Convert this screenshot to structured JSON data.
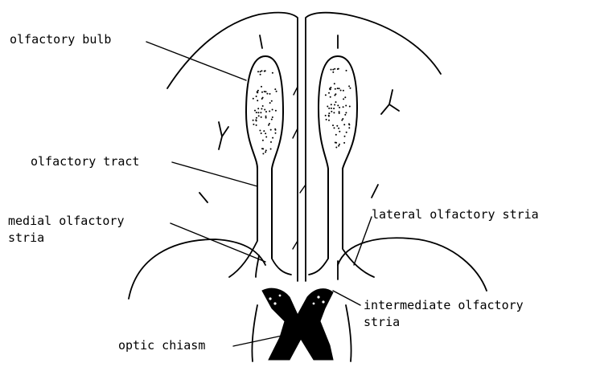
{
  "labels": {
    "olfactory_bulb": "olfactory bulb",
    "olfactory_tract": "olfactory tract",
    "medial_stria_line1": "medial olfactory",
    "medial_stria_line2": "stria",
    "lateral_stria": "lateral olfactory stria",
    "intermediate_stria_line1": "intermediate olfactory",
    "intermediate_stria_line2": "stria",
    "optic_chiasm": "optic chiasm"
  }
}
